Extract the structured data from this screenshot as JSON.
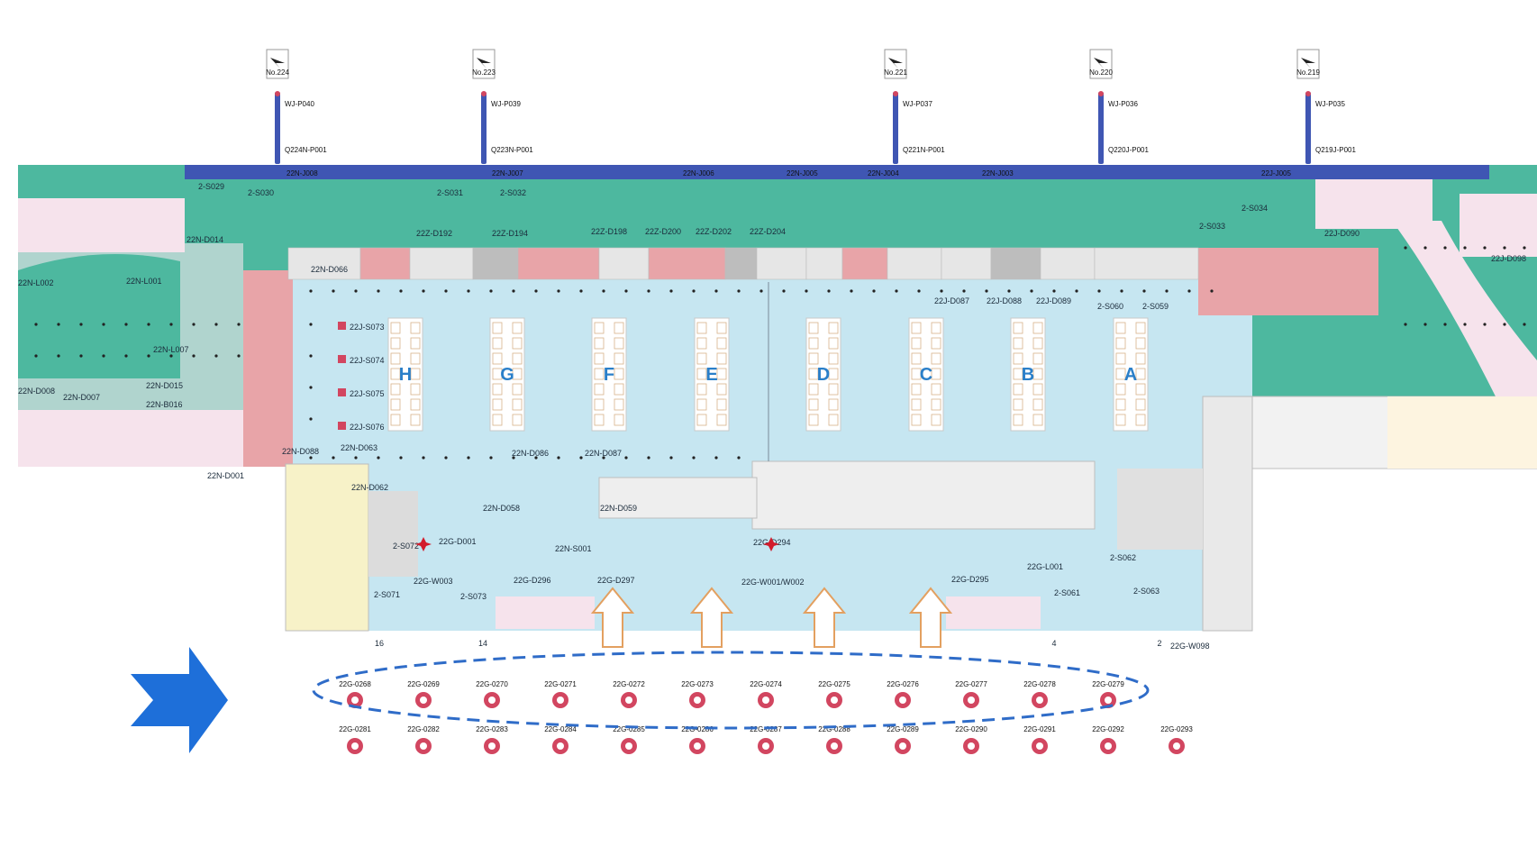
{
  "gates": [
    {
      "no": "No.224",
      "bridge": "WJ-P040",
      "pos": "Q224N-P001"
    },
    {
      "no": "No.223",
      "bridge": "WJ-P039",
      "pos": "Q223N-P001"
    },
    {
      "no": "No.221",
      "bridge": "WJ-P037",
      "pos": "Q221N-P001"
    },
    {
      "no": "No.220",
      "bridge": "WJ-P036",
      "pos": "Q220J-P001"
    },
    {
      "no": "No.219",
      "bridge": "WJ-P035",
      "pos": "Q219J-P001"
    }
  ],
  "corridor_labels": [
    "22N-J008",
    "22N-J007",
    "22N-J006",
    "22N-J005",
    "22N-J004",
    "22N-J003",
    "22J-J005"
  ],
  "upper_labels": [
    "2-S029",
    "2-S030",
    "2-S031",
    "2-S032",
    "2-S034",
    "2-S033",
    "22N-D014",
    "22N-L002",
    "22N-L001",
    "22N-L007",
    "22N-D007",
    "22N-D008",
    "22N-D015",
    "22N-B016",
    "22N-D001",
    "22N-D066",
    "22Z-D192",
    "22Z-D194",
    "22Z-D198",
    "22Z-D200",
    "22Z-D202",
    "22Z-D204",
    "22J-D090",
    "22J-D098",
    "22J-D087",
    "22J-D088",
    "22J-D089",
    "2-S060",
    "2-S059"
  ],
  "checkin_labels": [
    "22J-S073",
    "22J-S074",
    "22J-S075",
    "22J-S076"
  ],
  "zones": [
    "H",
    "G",
    "F",
    "E",
    "D",
    "C",
    "B",
    "A"
  ],
  "lower_labels": [
    "22N-D088",
    "22N-D063",
    "22N-D086",
    "22N-D087",
    "22N-D062",
    "22N-D058",
    "22N-D059",
    "22N-S001",
    "22G-D294",
    "2-S072",
    "22G-D001",
    "22G-W003",
    "22G-D296",
    "22G-D297",
    "22G-W001/W002",
    "22G-D295",
    "22G-L001",
    "2-S062",
    "2-S071",
    "2-S073",
    "2-S061",
    "2-S063",
    "22G-W098"
  ],
  "door_numbers": [
    "16",
    "14",
    "4",
    "2"
  ],
  "stops_row1": [
    "22G-0268",
    "22G-0269",
    "22G-0270",
    "22G-0271",
    "22G-0272",
    "22G-0273",
    "22G-0274",
    "22G-0275",
    "22G-0276",
    "22G-0277",
    "22G-0278",
    "22G-0279"
  ],
  "stops_row2": [
    "22G-0281",
    "22G-0282",
    "22G-0283",
    "22G-0284",
    "22G-0285",
    "22G-0286",
    "22G-0287",
    "22G-0288",
    "22G-0289",
    "22G-0290",
    "22G-0291",
    "22G-0292",
    "22G-0293"
  ],
  "colors": {
    "corridor": "#3f56b3",
    "apron": "#4db89f",
    "hall": "#c6e6f1",
    "room": "#f6e3ec",
    "shop": "#e8a4a8",
    "wall": "#b9b9b9",
    "stop": "#d24660",
    "arrow": "#1e6fd9",
    "outline_arrow": "#e3a060"
  }
}
